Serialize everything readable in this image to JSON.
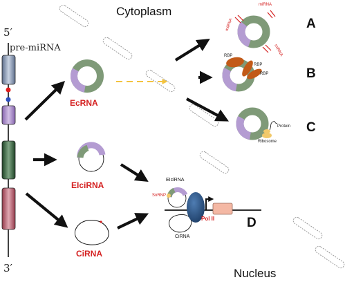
{
  "labels": {
    "cytoplasm": "Cytoplasm",
    "nucleus": "Nucleus",
    "five_prime": "5′",
    "three_prime": "3′",
    "pre_mirna": "pre-miRNA",
    "ecrna": "EcRNA",
    "eicirna": "EIciRNA",
    "cirna": "CiRNA",
    "panel_a": "A",
    "panel_b": "B",
    "panel_c": "C",
    "panel_d": "D",
    "mirna": "miRNA",
    "rbp": "RBP",
    "protein": "Protein",
    "ribosome": "Ribosome",
    "eicirna_nuc": "EIciRNA",
    "cirna_nuc": "CiRNA",
    "snrnp": "SnRNP",
    "pol_ii": "Pol II"
  },
  "colors": {
    "red_label": "#d42020",
    "exon_blue": "#8a9bb4",
    "exon_purple": "#a98cc8",
    "exon_green": "#3d6b42",
    "exon_pink": "#b85568",
    "circle_green": "#7f9a78",
    "circle_purple": "#b49cd2",
    "rbp_brown": "#c25a18",
    "ribosome_yellow": "#f2c96a",
    "pol_blue": "#2f5a8c",
    "gene_peach": "#f4b8a4",
    "dashed_arrow": "#f3c33f"
  }
}
